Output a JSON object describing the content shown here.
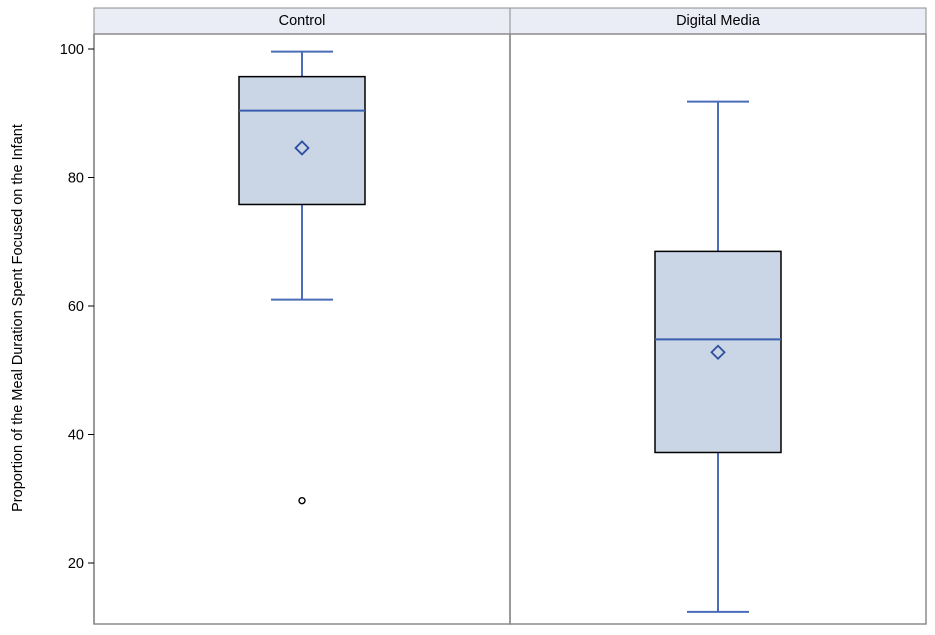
{
  "chart_data": {
    "type": "box",
    "ylabel": "Proportion of the Meal Duration Spent Focused on the Infant",
    "xlabel": "",
    "ylim": [
      11,
      104
    ],
    "yticks": [
      20,
      40,
      60,
      80,
      100
    ],
    "grid": false,
    "legend": "none",
    "panels": [
      {
        "label": "Control",
        "whisker_low": 61,
        "q1": 75.8,
        "median": 90.4,
        "q3": 95.7,
        "whisker_high": 99.6,
        "mean": 84.6,
        "outliers": [
          29.7
        ]
      },
      {
        "label": "Digital Media",
        "whisker_low": 12.4,
        "q1": 37.2,
        "median": 54.8,
        "q3": 68.5,
        "whisker_high": 91.8,
        "mean": 52.8,
        "outliers": []
      }
    ],
    "colors": {
      "box_fill": "#CAD5E5",
      "box_border": "#000000",
      "whisker": "#4A6CB8",
      "median": "#3A5FB0",
      "mean_marker": "#2F50A0",
      "outlier": "#000000",
      "header_fill": "#EAEDF6",
      "frame": "#8C8C8C"
    }
  }
}
